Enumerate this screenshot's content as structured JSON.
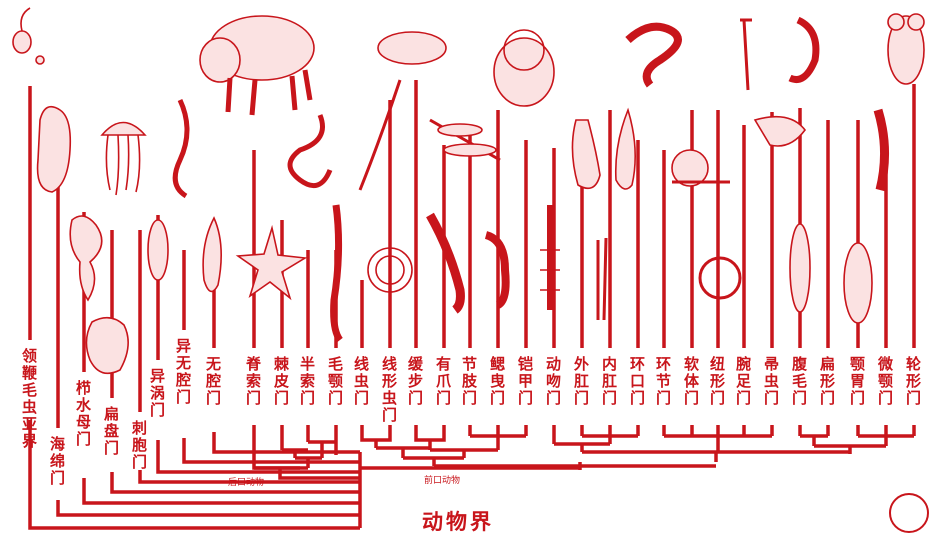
{
  "root": "动物界",
  "clades": {
    "deuterostomes": "后口动物",
    "protostomes": "前口动物"
  },
  "seal": "",
  "phyla": [
    {
      "id": "choanoflagellates",
      "label": "领鞭毛虫亚界",
      "icon": "choanoflagellate-icon"
    },
    {
      "id": "porifera",
      "label": "海绵门",
      "icon": "sponge-icon"
    },
    {
      "id": "ctenophora",
      "label": "栉水母门",
      "icon": "comb-jelly-icon"
    },
    {
      "id": "placozoa",
      "label": "扁盘门",
      "icon": "placozoan-icon"
    },
    {
      "id": "cnidaria",
      "label": "刺胞门",
      "icon": "jellyfish-icon"
    },
    {
      "id": "mesozoa",
      "label": "异涡门",
      "icon": "xenoturbella-icon"
    },
    {
      "id": "acoela",
      "label": "异无腔门",
      "icon": "acoel-icon"
    },
    {
      "id": "nemertodermatida",
      "label": "无腔门",
      "icon": "flatworm-icon"
    },
    {
      "id": "chordata",
      "label": "脊索门",
      "icon": "pig-icon"
    },
    {
      "id": "echinodermata",
      "label": "棘皮门",
      "icon": "starfish-icon"
    },
    {
      "id": "hemichordata",
      "label": "半索门",
      "icon": "acorn-worm-icon"
    },
    {
      "id": "chaetognatha",
      "label": "毛颚门",
      "icon": "arrow-worm-icon"
    },
    {
      "id": "nematoda",
      "label": "线虫门",
      "icon": "roundworm-icon"
    },
    {
      "id": "nematomorpha",
      "label": "线形虫门",
      "icon": "horsehair-worm-icon"
    },
    {
      "id": "tardigrada",
      "label": "缓步门",
      "icon": "tardigrade-icon"
    },
    {
      "id": "onychophora",
      "label": "有爪门",
      "icon": "velvet-worm-icon"
    },
    {
      "id": "arthropoda",
      "label": "节肢门",
      "icon": "dragonfly-icon"
    },
    {
      "id": "priapulida",
      "label": "鳃曳门",
      "icon": "priapulid-icon"
    },
    {
      "id": "loricifera",
      "label": "铠甲门",
      "icon": "loriciferan-icon"
    },
    {
      "id": "kinorhyncha",
      "label": "动吻门",
      "icon": "kinorhynch-icon"
    },
    {
      "id": "entoprocta",
      "label": "外肛门",
      "icon": "bryozoan-icon"
    },
    {
      "id": "ectoprocta",
      "label": "内肛门",
      "icon": "entoproct-icon"
    },
    {
      "id": "cycliophora",
      "label": "环口门",
      "icon": "cycliophoran-icon"
    },
    {
      "id": "annelida",
      "label": "环节门",
      "icon": "segmented-worm-icon"
    },
    {
      "id": "mollusca",
      "label": "软体门",
      "icon": "snail-icon"
    },
    {
      "id": "nemertea",
      "label": "纽形门",
      "icon": "ribbon-worm-icon"
    },
    {
      "id": "brachiopoda",
      "label": "腕足门",
      "icon": "brachiopod-icon"
    },
    {
      "id": "phoronida",
      "label": "帚虫门",
      "icon": "phoronid-icon"
    },
    {
      "id": "gastrotricha",
      "label": "腹毛门",
      "icon": "gastrotrich-icon"
    },
    {
      "id": "platyhelminthes",
      "label": "扁形门",
      "icon": "flatworm-icon"
    },
    {
      "id": "gnathostomulida",
      "label": "颚胃门",
      "icon": "gnathostomulid-icon"
    },
    {
      "id": "micrognathozoa",
      "label": "微颚门",
      "icon": "micrognathozoan-icon"
    },
    {
      "id": "rotifera",
      "label": "轮形门",
      "icon": "rotifer-icon"
    }
  ]
}
